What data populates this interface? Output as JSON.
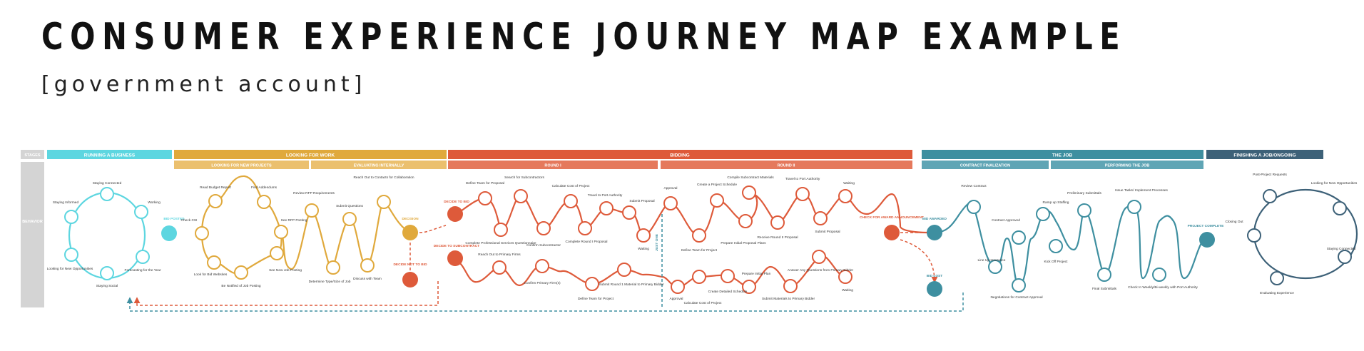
{
  "title": "CONSUMER EXPERIENCE JOURNEY MAP EXAMPLE",
  "subtitle": "[government account]",
  "row_labels": {
    "stages": "STAGES",
    "behavior": "BEHAVIOR"
  },
  "stages": [
    {
      "label": "RUNNING A BUSINESS",
      "color": "#5dd6e0"
    },
    {
      "label": "LOOKING FOR WORK",
      "color": "#e0a93c"
    },
    {
      "label": "BIDDING",
      "color": "#de5a3a"
    },
    {
      "label": "THE JOB",
      "color": "#3e8fa0"
    },
    {
      "label": "FINISHING A JOB/ONGOING",
      "color": "#3d6178"
    }
  ],
  "substages": [
    {
      "label": "LOOKING FOR NEW PROJECTS",
      "color": "#ebc06e"
    },
    {
      "label": "EVALUATING INTERNALLY",
      "color": "#ebc06e"
    },
    {
      "label": "ROUND I",
      "color": "#e5795c"
    },
    {
      "label": "ROUND II",
      "color": "#e5795c"
    },
    {
      "label": "CONTRACT FINALIZATION",
      "color": "#5fa5b5"
    },
    {
      "label": "PERFORMING THE JOB",
      "color": "#5fa5b5"
    }
  ],
  "steps": {
    "running": [
      "Staying Connected",
      "Working",
      "Forecasting for the Year",
      "Staying Social",
      "Looking for New Opportunities",
      "Staying Informed"
    ],
    "looking": [
      "Read Budget Report",
      "Find Addendums",
      "See RFP Posting",
      "See New Job Posting",
      "Be Notified of Job Posting",
      "Look for Bid Websites",
      "Check CSI"
    ],
    "evaluating": [
      "Review RFP Requirements",
      "Submit Questions",
      "Reach Out to Contacts for Collaboration",
      "Determine Type/Size of Job",
      "Discuss with Team"
    ],
    "round1": [
      "Define Team for Proposal",
      "Search for Subcontractors",
      "Calculate Cost of Project",
      "Travel to Port Authority",
      "Submit Proposal",
      "Complete Professional Services Questionnaire",
      "Confirm Subcontractor",
      "Complete Round I Proposal",
      "Waiting",
      "Reach Out to Primary Firms",
      "Confirm Primary Firm(s)",
      "Define Team for Project",
      "Submit Round 1 Material to Primary Bidder"
    ],
    "round2": [
      "Approval",
      "Create a Project Schedule",
      "Compile Subcontract Materials",
      "Travel to Port Authority",
      "Waiting",
      "Define Team for Project",
      "Prepare Initial Proposal Plans",
      "Receive Round II Proposal",
      "Submit Proposal",
      "Approval",
      "Calculate Cost of Project",
      "Create Detailed Schedule",
      "Prepare Initial Plan",
      "Submit Materials to Primary Bidder",
      "Answer Any Questions from Primary Bidder",
      "Waiting"
    ],
    "contract": [
      "Review Contract",
      "Contract Approved",
      "Line Up Insurance",
      "Negotiations for Contract Approval"
    ],
    "performing": [
      "Ramp up Staffing",
      "Preliminary Submittals",
      "Issue Tasks/ Implement Processes",
      "Kick Off Project",
      "Final Submittals",
      "Check In Weekly/Bi-weekly with Port Authority"
    ],
    "finishing": [
      "Post-Project Requests",
      "Looking for New Opportunities",
      "Staying Connected",
      "Evaluating Experience",
      "Closing Out"
    ]
  },
  "decisions": {
    "bid_posted": "BID POSTED",
    "decision": "DECISION",
    "decide_to_bid": "DECIDE TO BID",
    "decide_not_to_bid": "DECIDE NOT TO BID",
    "decide_to_subcontract": "DECIDE TO SUBCONTRACT",
    "check_for_award": "CHECK FOR AWARD ANNOUNCEMENT",
    "bid_awarded": "BID AWARDED",
    "bid_lost": "BID LOST",
    "project_complete": "PROJECT COMPLETE",
    "just_one": "JUST ONE"
  },
  "colors": {
    "running": "#5dd6e0",
    "looking": "#e0a93c",
    "bidding": "#de5a3a",
    "job": "#3e8fa0",
    "finishing": "#3d6178",
    "row_label_bg": "#d4d4d4"
  }
}
